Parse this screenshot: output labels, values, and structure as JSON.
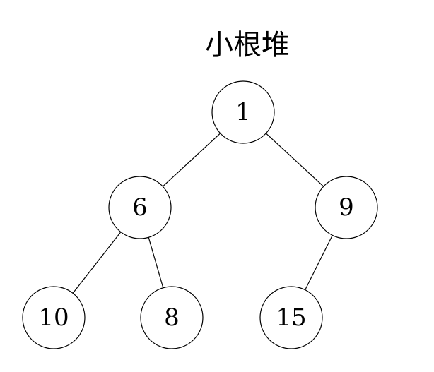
{
  "title": "小根堆",
  "colors": {
    "stroke": "#000000",
    "fill": "#ffffff",
    "text": "#000000"
  },
  "nodes": [
    {
      "id": "n1",
      "label": "1"
    },
    {
      "id": "n6",
      "label": "6"
    },
    {
      "id": "n9",
      "label": "9"
    },
    {
      "id": "n10",
      "label": "10"
    },
    {
      "id": "n8",
      "label": "8"
    },
    {
      "id": "n15",
      "label": "15"
    }
  ],
  "edges": [
    {
      "from": "n1",
      "to": "n6"
    },
    {
      "from": "n1",
      "to": "n9"
    },
    {
      "from": "n6",
      "to": "n10"
    },
    {
      "from": "n6",
      "to": "n8"
    },
    {
      "from": "n9",
      "to": "n15"
    }
  ]
}
